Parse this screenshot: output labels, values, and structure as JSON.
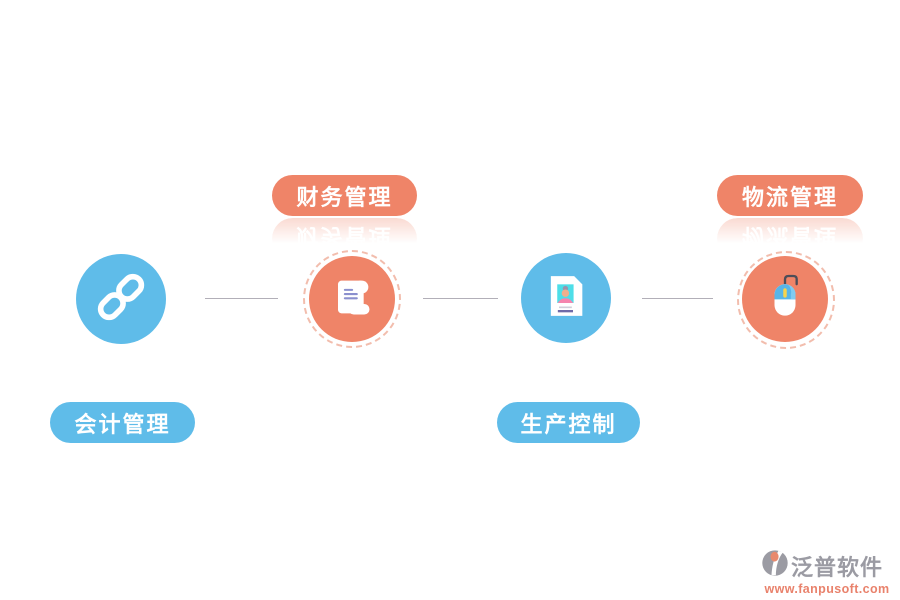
{
  "diagram": {
    "nodes": [
      {
        "label": "会计管理",
        "icon": "chain-link-icon",
        "color": "#5fbce9",
        "label_position": "below"
      },
      {
        "label": "财务管理",
        "icon": "scroll-document-icon",
        "color": "#ef8468",
        "label_position": "above"
      },
      {
        "label": "生产控制",
        "icon": "id-document-icon",
        "color": "#5fbce9",
        "label_position": "below"
      },
      {
        "label": "物流管理",
        "icon": "mouse-icon",
        "color": "#ef8468",
        "label_position": "above"
      }
    ],
    "colors": {
      "blue": "#5fbce9",
      "salmon": "#ef8468",
      "connector": "#b2afb8",
      "dashed_ring": "#f2bdad"
    }
  },
  "watermark": {
    "brand": "泛普软件",
    "url": "www.fanpusoft.com",
    "brand_color": "#9b9ba3",
    "url_color": "#e9826c"
  }
}
